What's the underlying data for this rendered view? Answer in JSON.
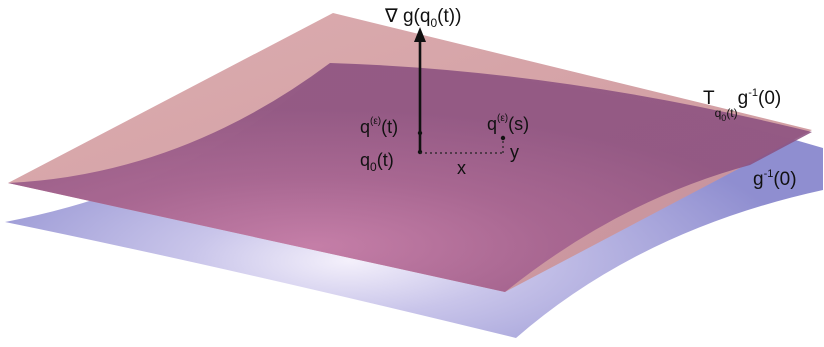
{
  "figure": {
    "labels": {
      "gradient": "∇ g(q",
      "gradient_sub": "0",
      "gradient_tail": "(t))",
      "q_eps_t": "q",
      "q_eps_t_sup": "(ε)",
      "q_eps_t_tail": "(t)",
      "q_eps_s": "q",
      "q_eps_s_sup": "(ε)",
      "q_eps_s_tail": "(s)",
      "q0": "q",
      "q0_sub": "0",
      "q0_tail": "(t)",
      "x": "x",
      "y": "y",
      "tangent": "T",
      "tangent_sub": "q",
      "tangent_subsub": "0",
      "tangent_subtail": "(t)",
      "tangent_tail": "g",
      "tangent_sup": "-1",
      "tangent_end": "(0)",
      "level": "g",
      "level_sup": "-1",
      "level_tail": "(0)"
    },
    "colors": {
      "tangent_plane": "#d49a9e",
      "level_surface": "#8f8ed0",
      "overlap": "#9b5a87",
      "highlight": "#f4f0fb",
      "ink": "#111111"
    }
  }
}
